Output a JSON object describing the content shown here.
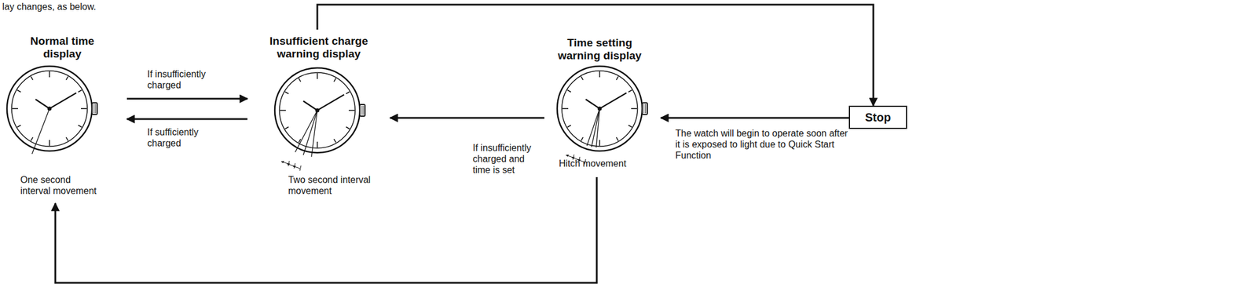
{
  "diagram": {
    "nodes": [
      {
        "text": [
          "Normal time display",
          "One second interval movement"
        ]
      },
      {
        "text": [
          "Insufficient charge warning display",
          "Two second interval movement"
        ]
      },
      {
        "text": [
          "Time setting warning display",
          "Hitch movement"
        ]
      },
      {
        "text": [
          "Stop"
        ]
      }
    ],
    "edges": [
      {
        "from": 0,
        "to": 1,
        "label": "If insufficiently charged",
        "arrow": "to"
      },
      {
        "from": 1,
        "to": 0,
        "label": "If sufficiently charged",
        "arrow": "to"
      },
      {
        "from": 2,
        "to": 1,
        "label": "If insufficiently charged and time is set",
        "arrow": "to"
      },
      {
        "from": 3,
        "to": 2,
        "label": "The watch will begin to operate soon after it is exposed to light due to Quick Start Function",
        "arrow": "to"
      },
      {
        "from": 1,
        "to": 3,
        "arrow": "to"
      },
      {
        "from": 2,
        "to": 0,
        "arrow": "to"
      }
    ],
    "labels": [
      "lay changes, as below."
    ]
  }
}
